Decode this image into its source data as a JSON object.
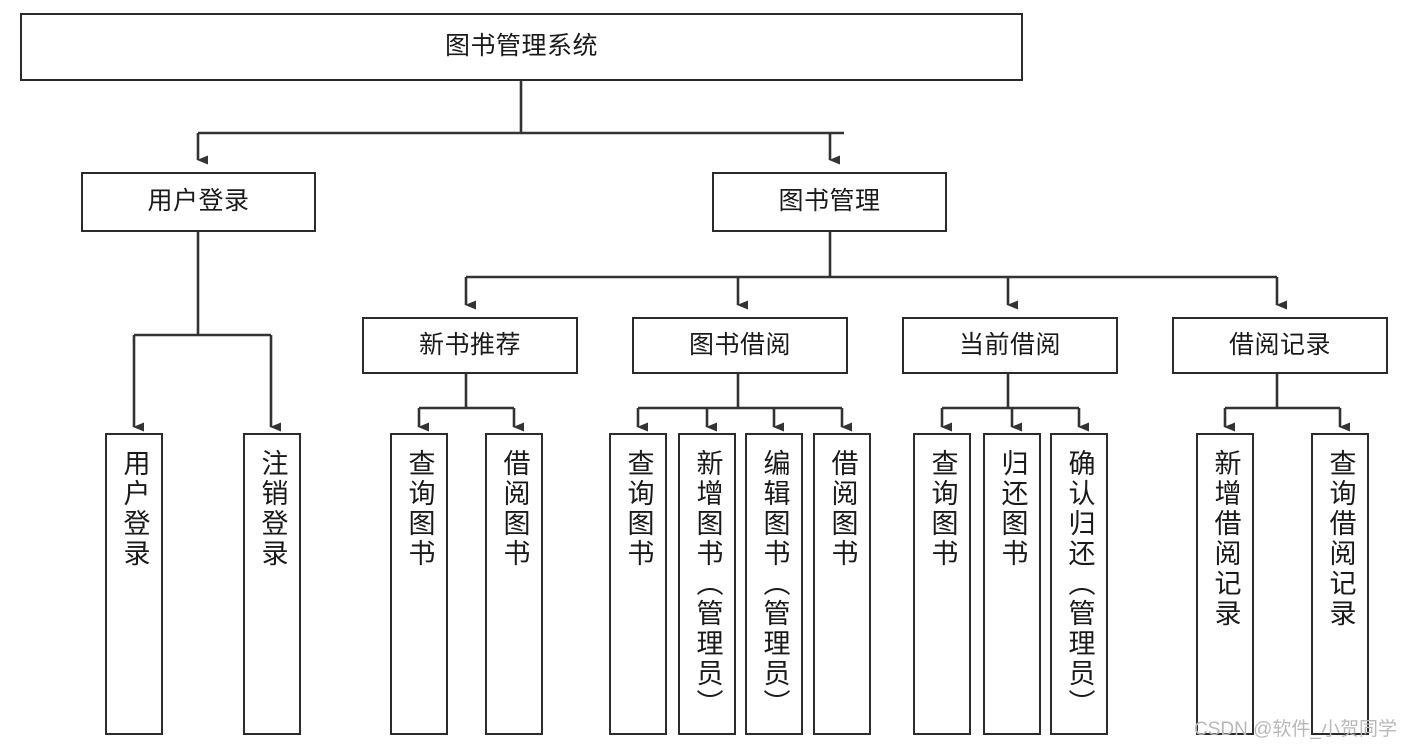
{
  "diagram": {
    "type": "tree-hierarchy",
    "title": "图书管理系统",
    "root": {
      "id": "root",
      "label": "图书管理系统"
    },
    "level2": [
      {
        "id": "user-login",
        "label": "用户登录"
      },
      {
        "id": "book-manage",
        "label": "图书管理"
      }
    ],
    "level3": [
      {
        "id": "new-book-rec",
        "label": "新书推荐",
        "parent": "book-manage"
      },
      {
        "id": "book-borrow",
        "label": "图书借阅",
        "parent": "book-manage"
      },
      {
        "id": "current-borrow",
        "label": "当前借阅",
        "parent": "book-manage"
      },
      {
        "id": "borrow-record",
        "label": "借阅记录",
        "parent": "book-manage"
      }
    ],
    "leaves": [
      {
        "id": "leaf-user-login",
        "label": "用户登录",
        "parent": "user-login"
      },
      {
        "id": "leaf-logout",
        "label": "注销登录",
        "parent": "user-login"
      },
      {
        "id": "leaf-query-book-1",
        "label": "查询图书",
        "parent": "new-book-rec"
      },
      {
        "id": "leaf-borrow-book-1",
        "label": "借阅图书",
        "parent": "new-book-rec"
      },
      {
        "id": "leaf-query-book-2",
        "label": "查询图书",
        "parent": "book-borrow"
      },
      {
        "id": "leaf-add-book",
        "label": "新增图书（管理员）",
        "parent": "book-borrow"
      },
      {
        "id": "leaf-edit-book",
        "label": "编辑图书（管理员）",
        "parent": "book-borrow"
      },
      {
        "id": "leaf-borrow-book-2",
        "label": "借阅图书",
        "parent": "book-borrow"
      },
      {
        "id": "leaf-query-book-3",
        "label": "查询图书",
        "parent": "current-borrow"
      },
      {
        "id": "leaf-return-book",
        "label": "归还图书",
        "parent": "current-borrow"
      },
      {
        "id": "leaf-confirm-return",
        "label": "确认归还（管理员）",
        "parent": "current-borrow"
      },
      {
        "id": "leaf-add-record",
        "label": "新增借阅记录",
        "parent": "borrow-record"
      },
      {
        "id": "leaf-query-record",
        "label": "查询借阅记录",
        "parent": "borrow-record"
      }
    ],
    "watermark": "CSDN @软件_小贺同学",
    "colors": {
      "box_border": "#2b2b2b",
      "box_fill": "#ffffff",
      "connector": "#333333",
      "text": "#1a1a1a",
      "watermark": "#b9b9b9",
      "background": "#ffffff"
    }
  }
}
